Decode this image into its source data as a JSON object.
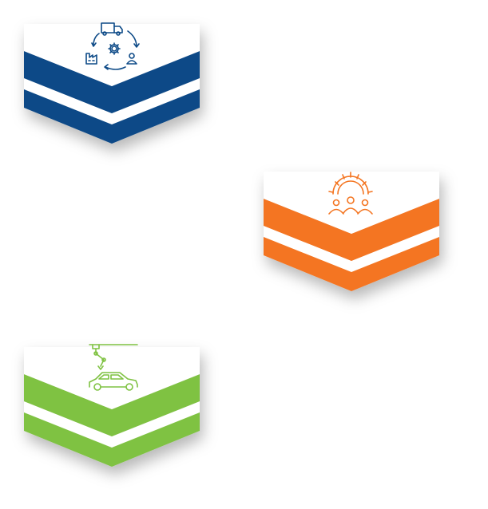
{
  "blocks": [
    {
      "id": "supply-chain",
      "icon": "supply-chain-cycle-icon",
      "color": "#0d4a87"
    },
    {
      "id": "team-engineering",
      "icon": "team-gear-icon",
      "color": "#f47521"
    },
    {
      "id": "automotive-manufacturing",
      "icon": "robot-arm-car-icon",
      "color": "#7fc242"
    }
  ],
  "colors": {
    "blue": "#0d4a87",
    "orange": "#f47521",
    "green": "#7fc242",
    "background": "#ffffff"
  }
}
